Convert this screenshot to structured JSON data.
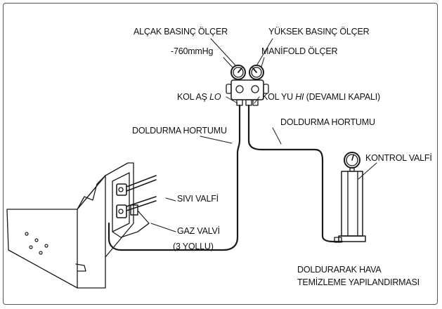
{
  "labels": {
    "low_pressure_gauge": "ALÇAK BASINÇ ÖLÇER",
    "high_pressure_gauge": "YÜKSEK BASINÇ ÖLÇER",
    "vacuum_reading": "-760mmHg",
    "manifold_gauge": "MANİFOLD ÖLÇER",
    "open_lo_prefix": "KOL AŞ ",
    "open_lo_suffix": "LO",
    "close_hi_prefix": "KOL YU ",
    "close_hi_italic": "HI",
    "close_hi_suffix": " (DEVAMLI KAPALI)",
    "charge_hose_left": "DOLDURMA HORTUMU",
    "charge_hose_right": "DOLDURMA HORTUMU",
    "control_valve": "KONTROL VALFİ",
    "liquid_valve": "SIVI VALFİ",
    "gas_valve": "GAZ VALVİ",
    "gas_valve_note": "(3 YOLLU)",
    "caption_line1": "DOLDURARAK HAVA",
    "caption_line2": "TEMİZLEME YAPILANDIRMASI"
  },
  "colors": {
    "line": "#1a1a1a",
    "text": "#111111",
    "frame": "#555555"
  }
}
